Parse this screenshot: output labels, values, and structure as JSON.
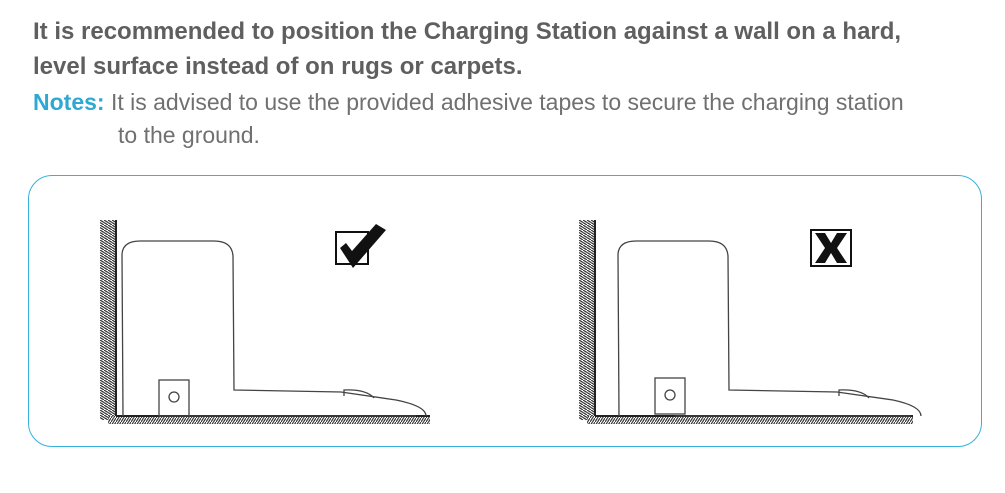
{
  "instruction": {
    "title_line1": "It is recommended to position the Charging Station against a wall on a hard,",
    "title_line2": "level surface instead of on rugs or carpets.",
    "notes_label": "Notes:",
    "notes_line1": " It is advised to use the provided adhesive tapes to secure the charging station",
    "notes_line2": "to the ground."
  },
  "illustrations": [
    {
      "placement": "correct",
      "icon": "checkmark-icon"
    },
    {
      "placement": "incorrect",
      "icon": "x-mark-icon"
    }
  ],
  "colors": {
    "title": "#5f5f5f",
    "notes_label": "#2fa9d1",
    "notes_text": "#707070",
    "frame_border": "#35b1dd"
  }
}
